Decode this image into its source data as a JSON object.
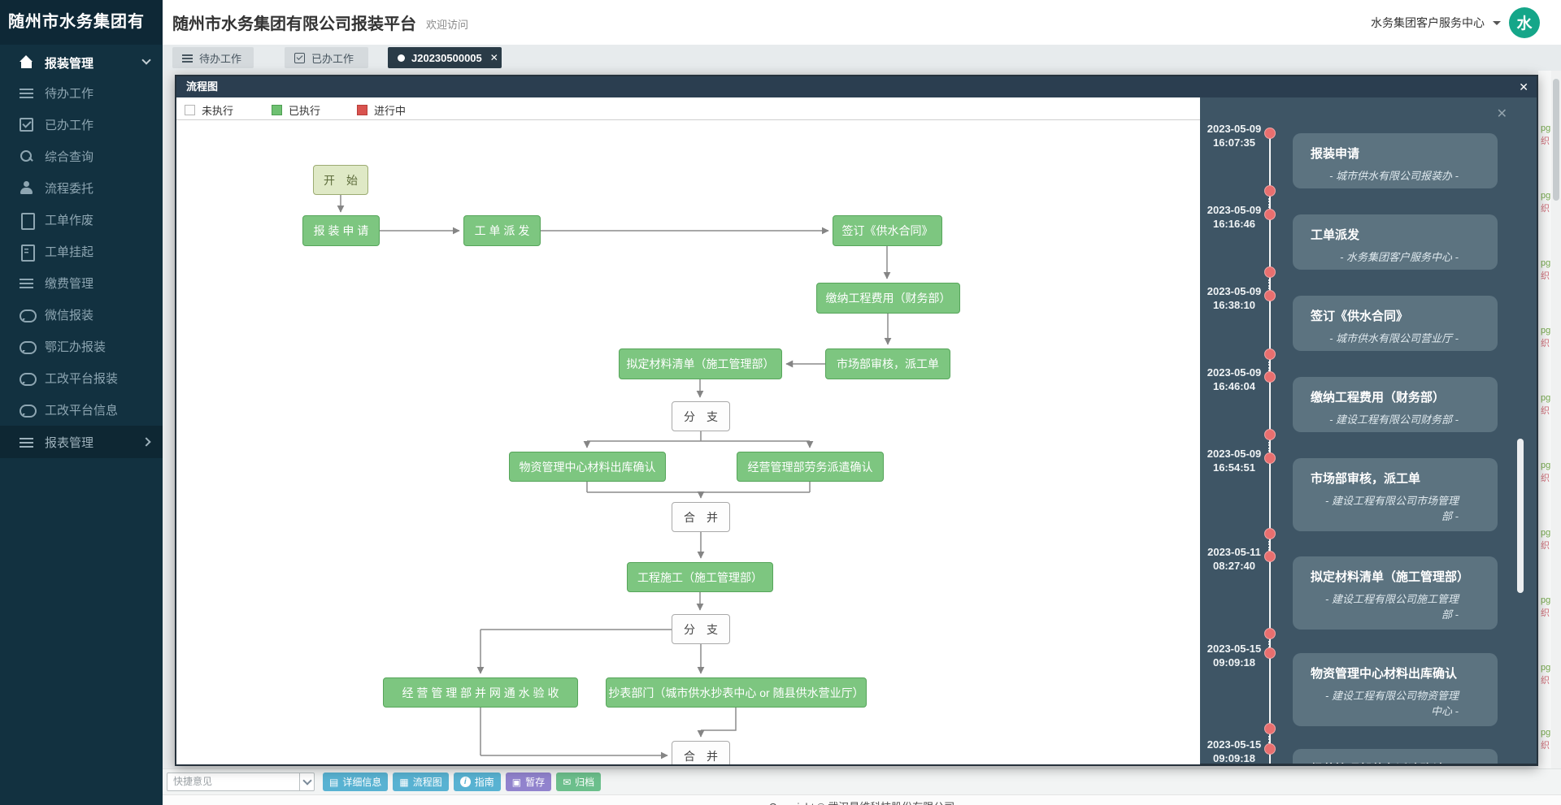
{
  "header": {
    "logo": "随州市水务集团有",
    "title": "随州市水务集团有限公司报装平台",
    "welcome": "欢迎访问",
    "user_menu": "水务集团客户服务中心",
    "avatar": "水"
  },
  "sidebar": {
    "root": "报装管理",
    "items": [
      "待办工作",
      "已办工作",
      "综合查询",
      "流程委托",
      "工单作废",
      "工单挂起",
      "缴费管理",
      "微信报装",
      "鄂汇办报装",
      "工改平台报装",
      "工改平台信息"
    ],
    "report": "报表管理"
  },
  "tabs": {
    "todo": "待办工作",
    "done": "已办工作",
    "order": "J20230500005"
  },
  "modal": {
    "title": "流程图",
    "legend": {
      "not_executed": "未执行",
      "executed": "已执行",
      "in_progress": "进行中"
    },
    "colors": {
      "executed": "#7dc680",
      "in_progress": "#d9534f",
      "not_executed": "#fdfdfd"
    }
  },
  "flow": {
    "nodes": {
      "start": "开　始",
      "apply": "报 装 申 请",
      "dispatch": "工 单 派 发",
      "contract": "签订《供水合同》",
      "pay": "缴纳工程费用（财务部）",
      "materials": "拟定材料清单（施工管理部）",
      "market": "市场部审核，派工单",
      "split1": "分　支",
      "warehouse": "物资管理中心材料出库确认",
      "labor": "经营管理部劳务派遣确认",
      "join1": "合　并",
      "construct": "工程施工（施工管理部）",
      "split2": "分　支",
      "acceptance": "经 营 管 理 部 并 网 通 水 验 收",
      "meter": "抄表部门（城市供水抄表中心 or 随县供水营业厅）",
      "join2": "合　并"
    }
  },
  "timeline": {
    "entries": [
      {
        "date": "2023-05-09",
        "time": "16:07:35",
        "title": "报装申请",
        "org": "- 城市供水有限公司报装办 -"
      },
      {
        "date": "2023-05-09",
        "time": "16:16:46",
        "title": "工单派发",
        "org": "- 水务集团客户服务中心 -"
      },
      {
        "date": "2023-05-09",
        "time": "16:38:10",
        "title": "签订《供水合同》",
        "org": "- 城市供水有限公司营业厅 -"
      },
      {
        "date": "2023-05-09",
        "time": "16:46:04",
        "title": "缴纳工程费用（财务部）",
        "org": "- 建设工程有限公司财务部 -"
      },
      {
        "date": "2023-05-09",
        "time": "16:54:51",
        "title": "市场部审核，派工单",
        "org": "- 建设工程有限公司市场管理部 -"
      },
      {
        "date": "2023-05-11",
        "time": "08:27:40",
        "title": "拟定材料清单（施工管理部）",
        "org": "- 建设工程有限公司施工管理部 -"
      },
      {
        "date": "2023-05-15",
        "time": "09:09:18",
        "title": "物资管理中心材料出库确认",
        "org": "- 建设工程有限公司物资管理中心 -"
      },
      {
        "date": "2023-05-15",
        "time": "09:09:18",
        "title": "经营管理部劳务派遣确认",
        "org": ""
      }
    ]
  },
  "actions": {
    "quick_opinion_placeholder": "快捷意见",
    "detail": "详细信息",
    "flowchart": "流程图",
    "guide": "指南",
    "save_draft": "暂存",
    "archive": "归档"
  },
  "footer": {
    "copyright": "Copyright © 武汉易维科技股份有限公司"
  },
  "edge": {
    "frag_green": "pg",
    "frag_red": "织"
  }
}
